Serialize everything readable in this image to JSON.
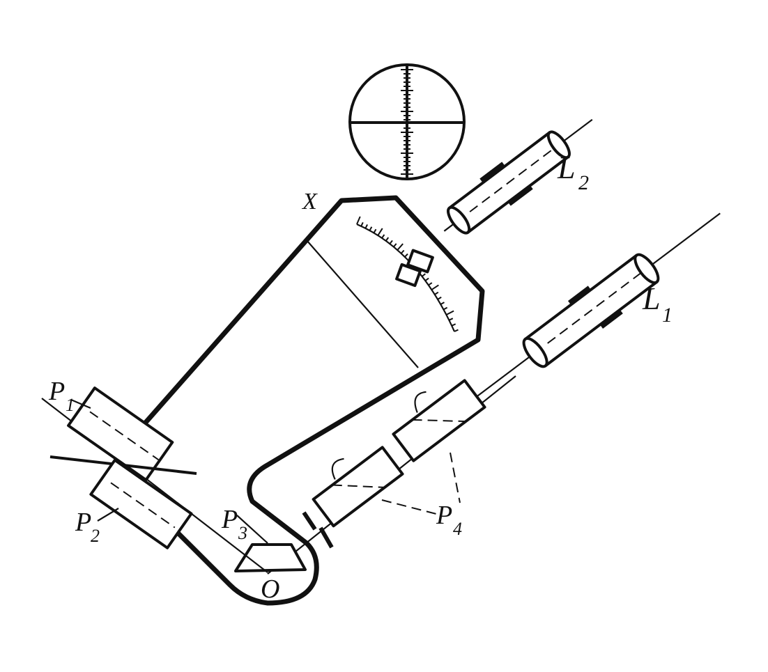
{
  "labels": {
    "x": "X",
    "l2_main": "L",
    "l2_sub": "2",
    "l1_main": "L",
    "l1_sub": "1",
    "p1_main": "P",
    "p1_sub": "1",
    "p2_main": "P",
    "p2_sub": "2",
    "p3_main": "P",
    "p3_sub": "3",
    "p4_main": "P",
    "p4_sub": "4",
    "o": "O"
  },
  "colors": {
    "ink": "#111111",
    "paper": "#ffffff"
  }
}
